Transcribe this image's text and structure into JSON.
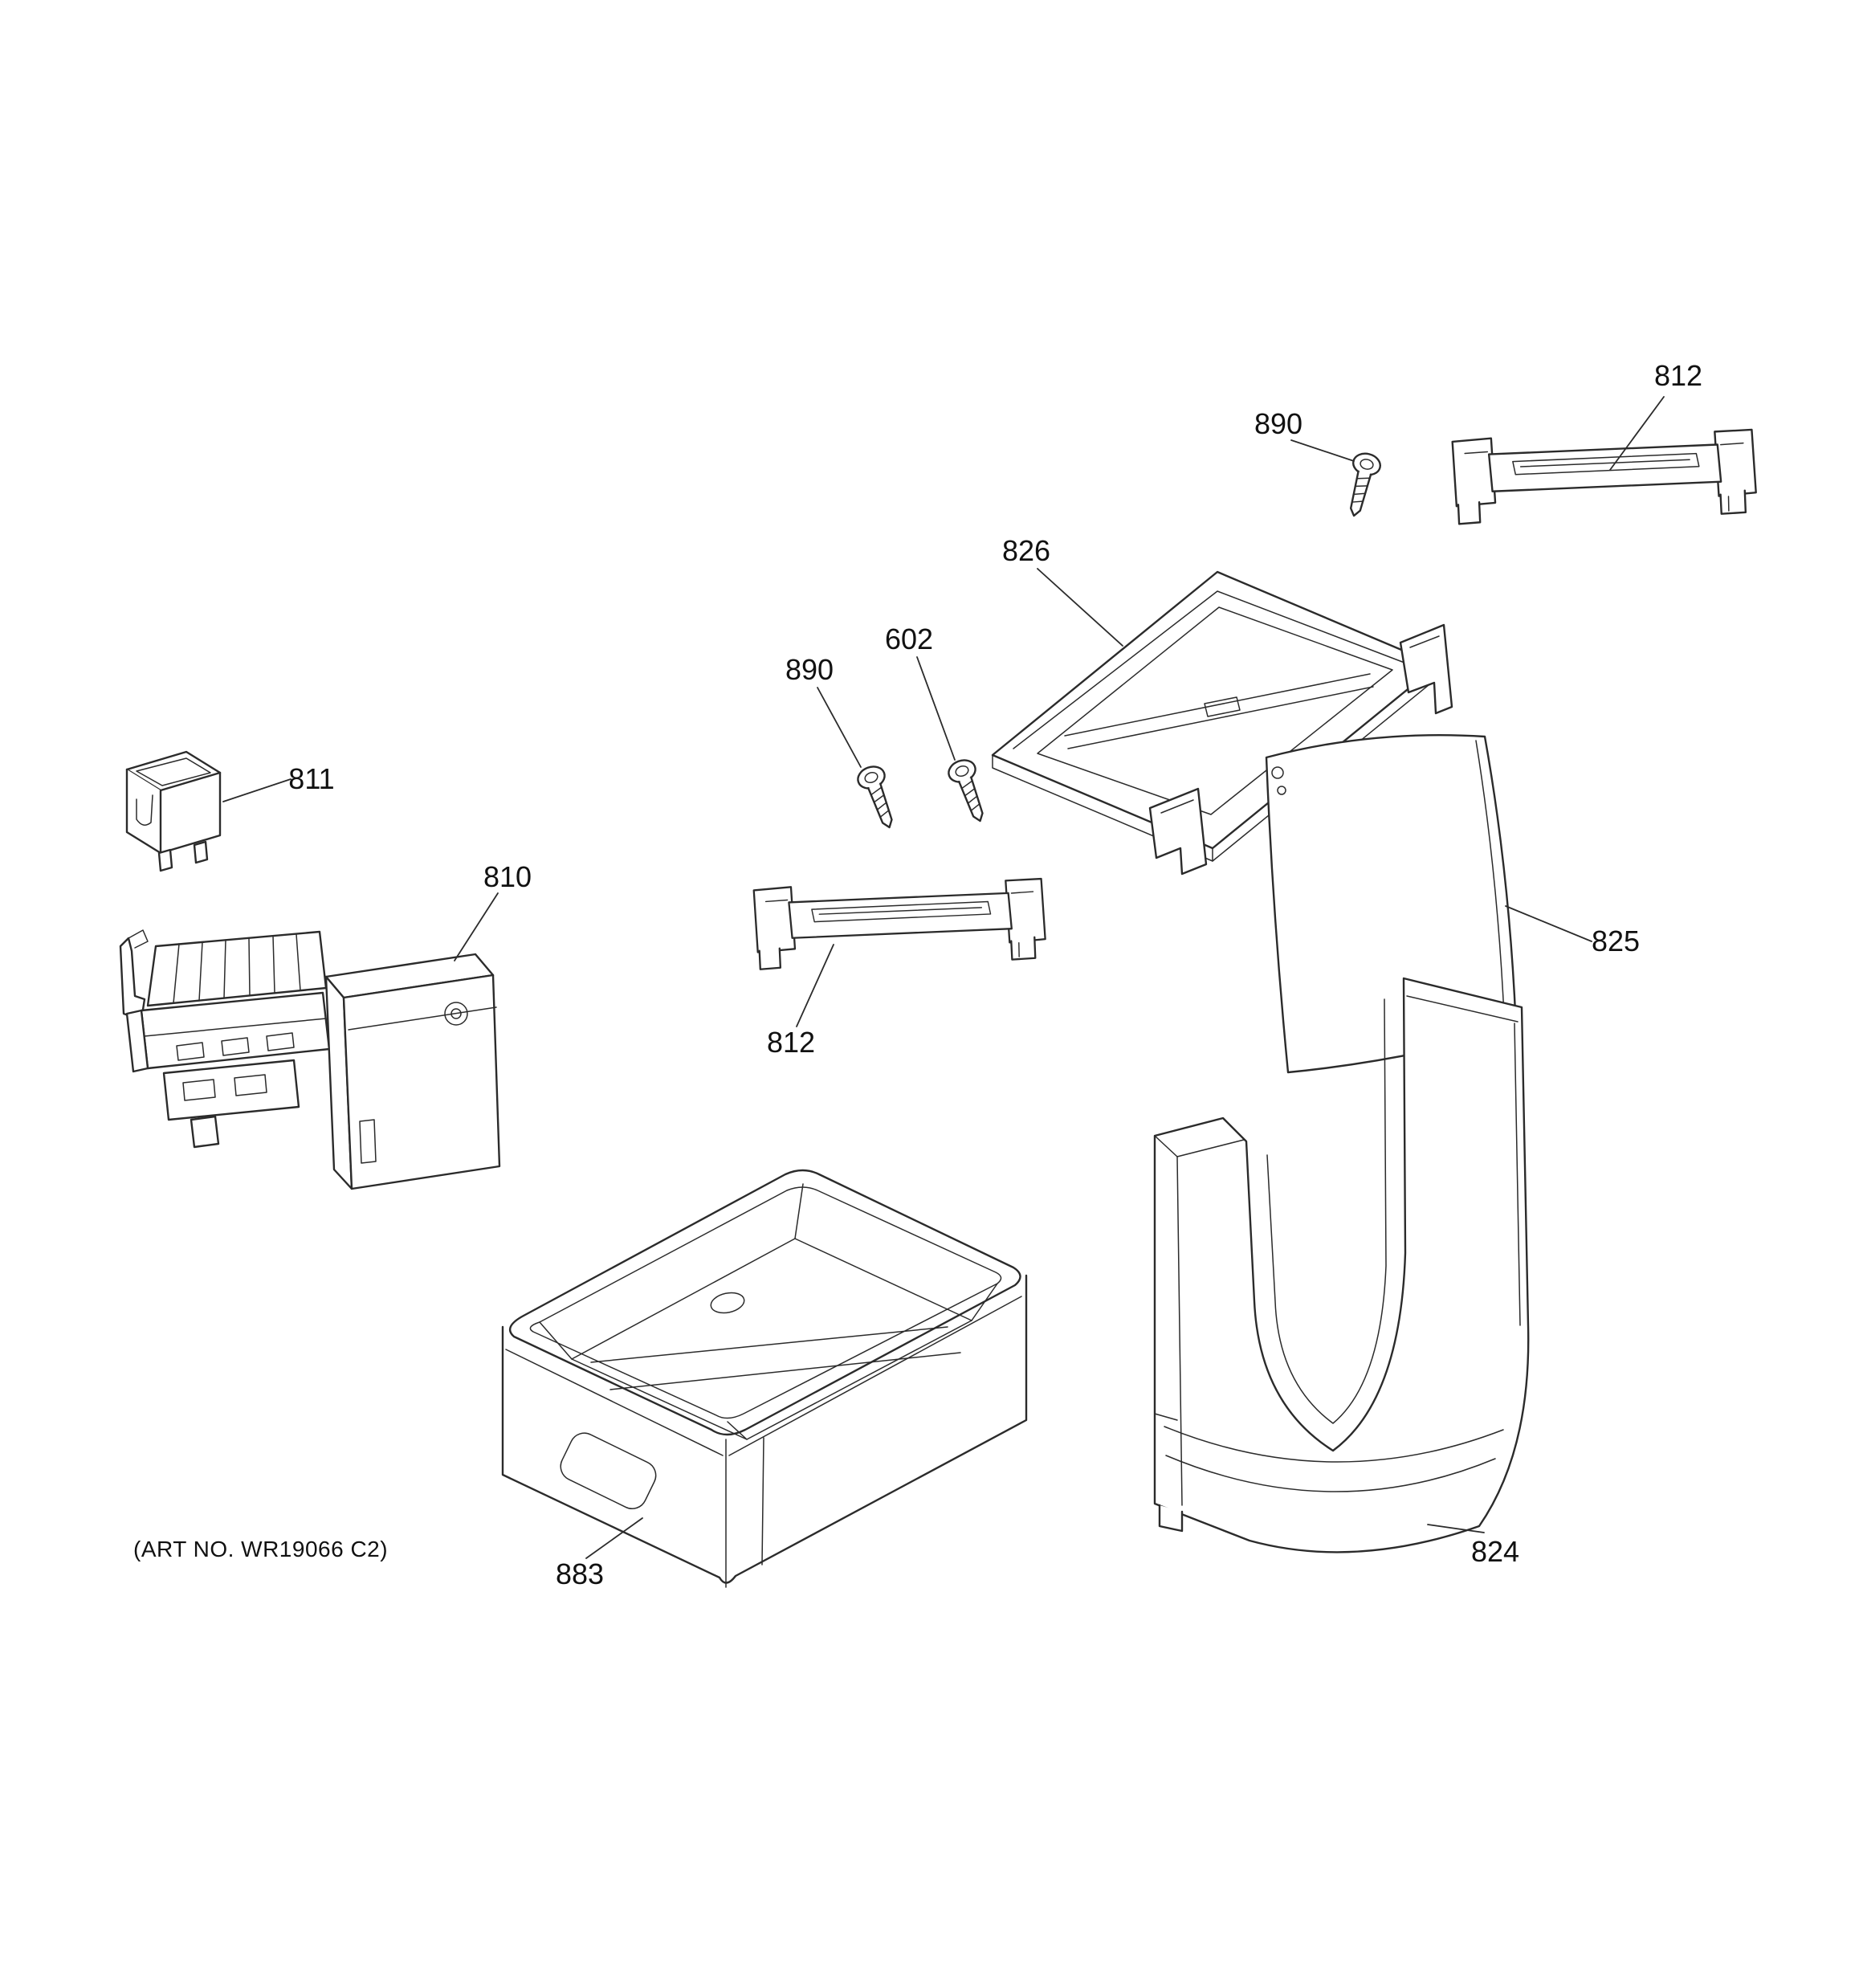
{
  "diagram": {
    "line_color": "#2b2b2b",
    "art_no": "(ART NO. WR19066 C2)",
    "callouts": {
      "rail_top": "812",
      "screw_top": "890",
      "shelf_frame": "826",
      "screw_602": "602",
      "screw_mid": "890",
      "cup_bracket": "811",
      "icemaker": "810",
      "rail_mid": "812",
      "panel": "825",
      "cover": "824",
      "bucket": "883"
    }
  }
}
